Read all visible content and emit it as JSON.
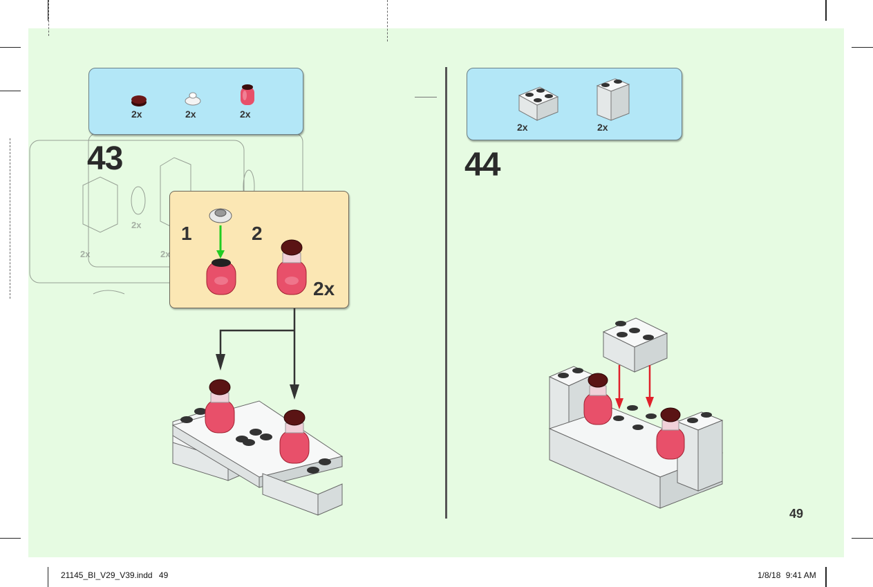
{
  "left_page": {
    "parts_list": [
      {
        "icon": "dark-red-round-plate-icon",
        "qty": "2x"
      },
      {
        "icon": "clear-round-plate-icon",
        "qty": "2x"
      },
      {
        "icon": "trans-red-round-brick-icon",
        "qty": "2x"
      }
    ],
    "step_number": "43",
    "subassembly": {
      "sub_step_1": "1",
      "sub_step_2": "2",
      "multiplier": "2x"
    }
  },
  "right_page": {
    "parts_list": [
      {
        "icon": "white-brick-2x2-icon",
        "qty": "2x"
      },
      {
        "icon": "white-brick-1x2x2-icon",
        "qty": "2x"
      }
    ],
    "step_number": "44",
    "page_number": "49"
  },
  "slug": {
    "filename": "21145_BI_V29_V39.indd",
    "page": "49",
    "date": "1/8/18",
    "time": "9:41 AM"
  },
  "colors": {
    "page_background": "#e6fbe2",
    "parts_box": "#b3e7f7",
    "subassembly_box": "#fbe7b4",
    "arrow_green": "#22cc22",
    "arrow_red": "#e0202a",
    "trans_red": "#e8506a",
    "dark_red": "#5a1414"
  }
}
